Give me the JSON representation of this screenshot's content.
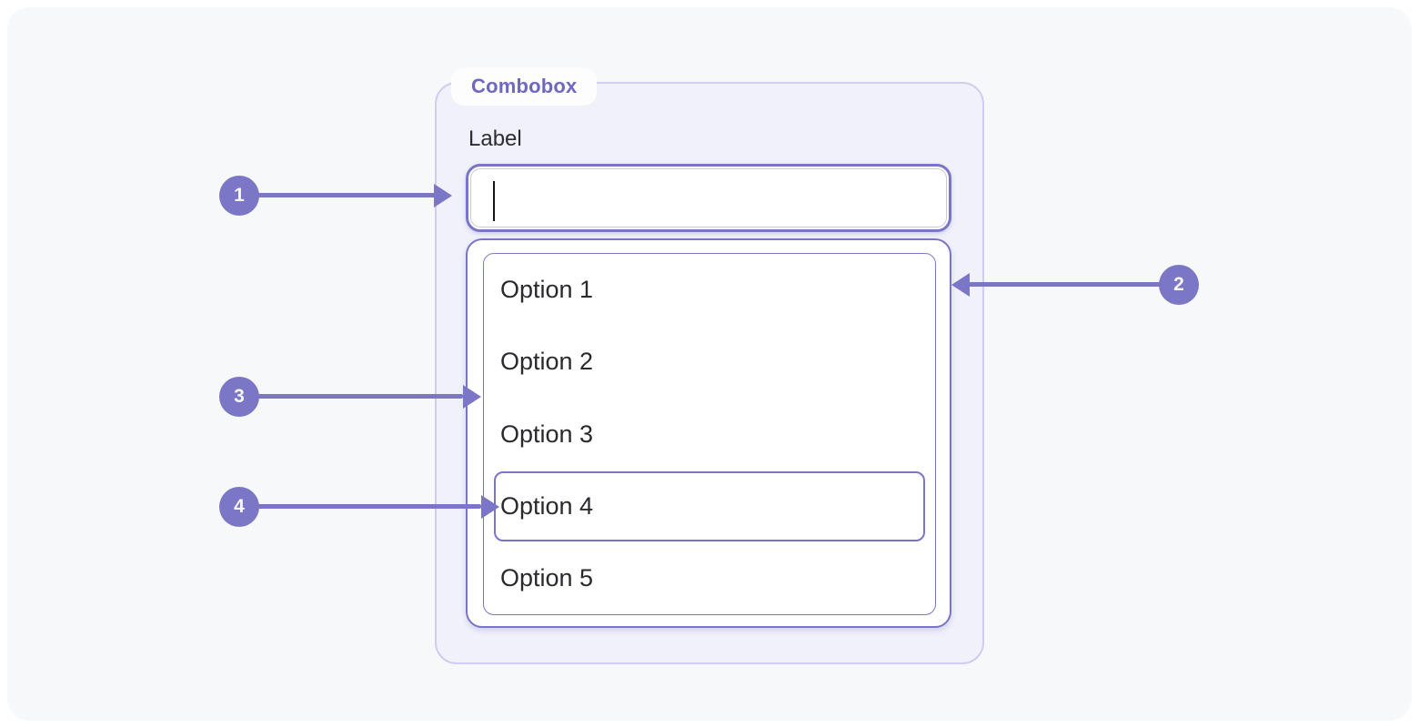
{
  "colors": {
    "page_bg": "#f7f8f9",
    "panel_bg": "#f0f1fa",
    "panel_border": "#cfcdf1",
    "accent_purple": "#7b76c6",
    "control_border_purple": "#7a75c6",
    "inner_border_gray": "#c9c9d0",
    "title_purple": "#6e68c1",
    "text_dark": "#2a2a2e"
  },
  "combobox": {
    "component_title": "Combobox",
    "label": "Label",
    "input": {
      "value": "",
      "placeholder": ""
    },
    "options": [
      "Option 1",
      "Option 2",
      "Option 3",
      "Option 4",
      "Option 5"
    ],
    "focused_option": "Option 4"
  },
  "callouts": [
    {
      "number": "1"
    },
    {
      "number": "2"
    },
    {
      "number": "3"
    },
    {
      "number": "4"
    }
  ]
}
